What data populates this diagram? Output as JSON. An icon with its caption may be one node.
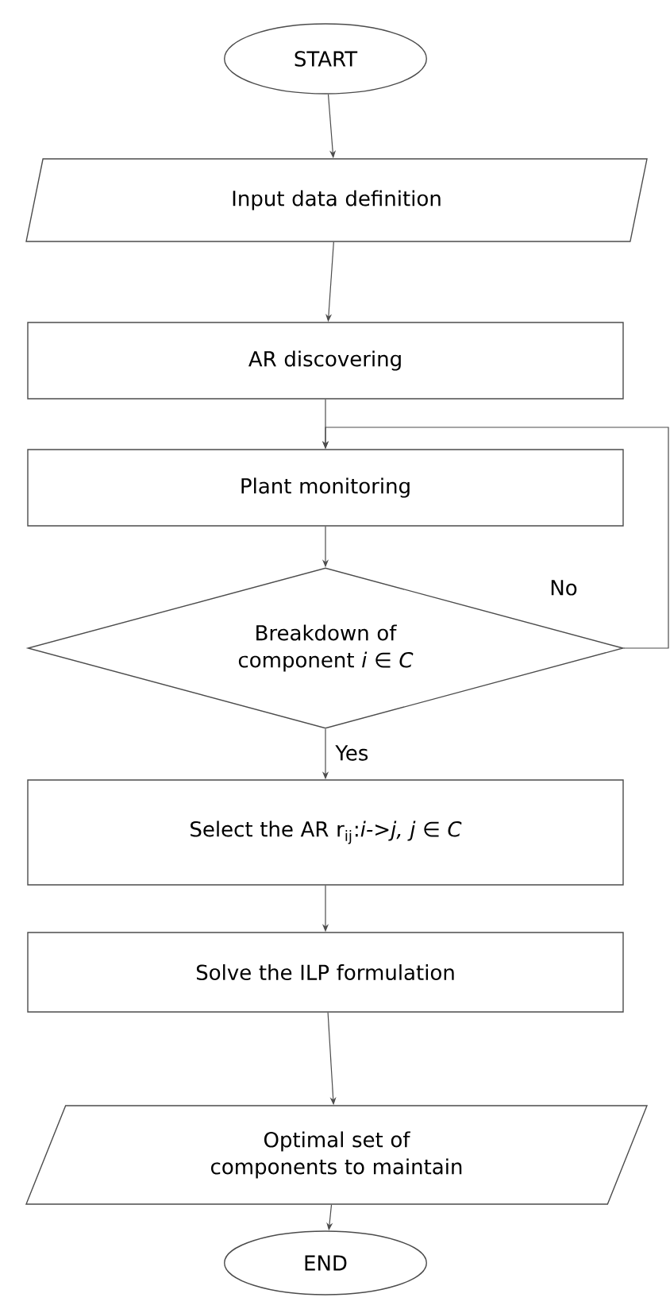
{
  "diagram": {
    "nodes": [
      {
        "text": [
          "START"
        ]
      },
      {
        "text": [
          "Input data definition"
        ]
      },
      {
        "text": [
          "AR discovering"
        ]
      },
      {
        "text": [
          "Plant monitoring"
        ]
      },
      {
        "text": [
          "Breakdown of component *i ∈ C*"
        ]
      },
      {
        "text": [
          "Select the AR r$_{ij}$:*i->j, j ∈ C*"
        ]
      },
      {
        "text": [
          "Solve the ILP formulation"
        ]
      },
      {
        "text": [
          "Optimal set of components to maintain"
        ]
      },
      {
        "text": [
          "END"
        ]
      }
    ],
    "edges": [
      {
        "from": 0,
        "to": 1,
        "arrow": "to"
      },
      {
        "from": 1,
        "to": 2,
        "arrow": "to"
      },
      {
        "from": 2,
        "to": 3,
        "arrow": "to"
      },
      {
        "from": 3,
        "to": 4,
        "arrow": "to"
      },
      {
        "from": 4,
        "to": 5,
        "arrow": "to",
        "label": "Yes"
      },
      {
        "from": 4,
        "to": 3,
        "arrow": "to",
        "label": "No"
      },
      {
        "from": 5,
        "to": 6,
        "arrow": "to"
      },
      {
        "from": 6,
        "to": 7,
        "arrow": "to"
      },
      {
        "from": 7,
        "to": 8,
        "arrow": "to"
      }
    ]
  }
}
